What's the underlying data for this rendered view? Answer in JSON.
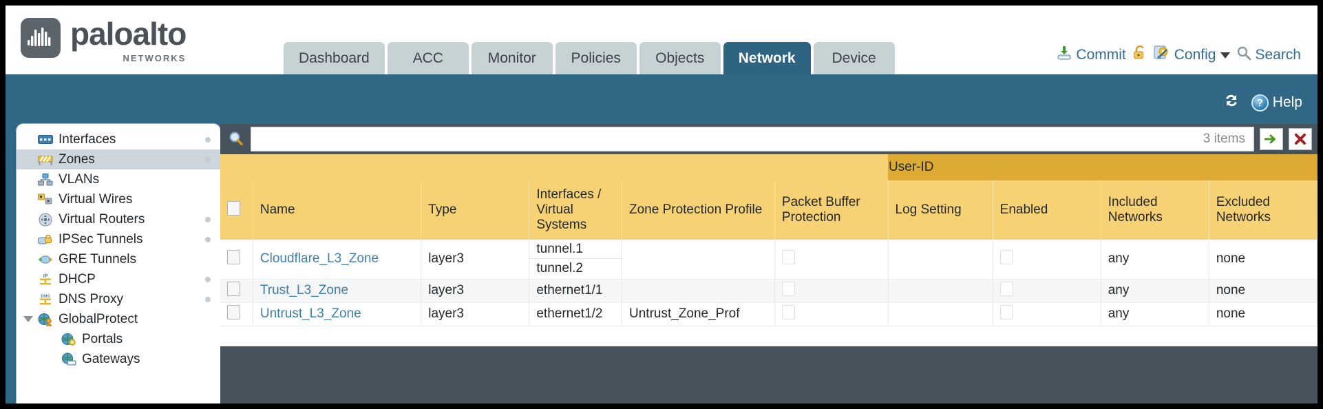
{
  "brand": {
    "name": "paloalto",
    "tagline": "NETWORKS"
  },
  "tabs": [
    {
      "label": "Dashboard",
      "active": false
    },
    {
      "label": "ACC",
      "active": false
    },
    {
      "label": "Monitor",
      "active": false
    },
    {
      "label": "Policies",
      "active": false
    },
    {
      "label": "Objects",
      "active": false
    },
    {
      "label": "Network",
      "active": true
    },
    {
      "label": "Device",
      "active": false
    }
  ],
  "top_actions": {
    "commit": "Commit",
    "config": "Config",
    "search": "Search"
  },
  "band_actions": {
    "help": "Help"
  },
  "sidebar": {
    "items": [
      {
        "label": "Interfaces",
        "icon": "interfaces-icon",
        "selected": false,
        "dot": true,
        "child": false,
        "expander": false
      },
      {
        "label": "Zones",
        "icon": "zones-icon",
        "selected": true,
        "dot": true,
        "child": false,
        "expander": false
      },
      {
        "label": "VLANs",
        "icon": "vlans-icon",
        "selected": false,
        "dot": false,
        "child": false,
        "expander": false
      },
      {
        "label": "Virtual Wires",
        "icon": "virtual-wires-icon",
        "selected": false,
        "dot": false,
        "child": false,
        "expander": false
      },
      {
        "label": "Virtual Routers",
        "icon": "virtual-routers-icon",
        "selected": false,
        "dot": true,
        "child": false,
        "expander": false
      },
      {
        "label": "IPSec Tunnels",
        "icon": "ipsec-tunnels-icon",
        "selected": false,
        "dot": true,
        "child": false,
        "expander": false
      },
      {
        "label": "GRE Tunnels",
        "icon": "gre-tunnels-icon",
        "selected": false,
        "dot": false,
        "child": false,
        "expander": false
      },
      {
        "label": "DHCP",
        "icon": "dhcp-icon",
        "selected": false,
        "dot": true,
        "child": false,
        "expander": false
      },
      {
        "label": "DNS Proxy",
        "icon": "dns-proxy-icon",
        "selected": false,
        "dot": true,
        "child": false,
        "expander": false
      },
      {
        "label": "GlobalProtect",
        "icon": "globalprotect-icon",
        "selected": false,
        "dot": false,
        "child": false,
        "expander": true
      },
      {
        "label": "Portals",
        "icon": "portals-icon",
        "selected": false,
        "dot": false,
        "child": true,
        "expander": false
      },
      {
        "label": "Gateways",
        "icon": "gateways-icon",
        "selected": false,
        "dot": false,
        "child": true,
        "expander": false
      }
    ]
  },
  "search": {
    "value": "",
    "placeholder": "",
    "items_count": "3 items",
    "apply_icon": "green-arrow-icon",
    "clear_icon": "red-x-icon"
  },
  "table": {
    "group_header": "User-ID",
    "columns": [
      "Name",
      "Type",
      "Interfaces / Virtual Systems",
      "Zone Protection Profile",
      "Packet Buffer Protection",
      "Log Setting",
      "Enabled",
      "Included Networks",
      "Excluded Networks"
    ],
    "rows": [
      {
        "checked": false,
        "name": "Cloudflare_L3_Zone",
        "type": "layer3",
        "interfaces": [
          "tunnel.1",
          "tunnel.2"
        ],
        "zone_protection_profile": "",
        "packet_buffer_protection": false,
        "log_setting": "",
        "userid_enabled": false,
        "included_networks": "any",
        "excluded_networks": "none"
      },
      {
        "checked": false,
        "name": "Trust_L3_Zone",
        "type": "layer3",
        "interfaces": [
          "ethernet1/1"
        ],
        "zone_protection_profile": "",
        "packet_buffer_protection": false,
        "log_setting": "",
        "userid_enabled": false,
        "included_networks": "any",
        "excluded_networks": "none"
      },
      {
        "checked": false,
        "name": "Untrust_L3_Zone",
        "type": "layer3",
        "interfaces": [
          "ethernet1/2"
        ],
        "zone_protection_profile": "Untrust_Zone_Prof",
        "packet_buffer_protection": false,
        "log_setting": "",
        "userid_enabled": false,
        "included_networks": "any",
        "excluded_networks": "none"
      }
    ]
  },
  "colors": {
    "brand_blue": "#2f6785",
    "tab_inactive": "#c7d2d4",
    "header_amber": "#f7d274",
    "group_amber": "#ddab34",
    "link_blue": "#3f7fa6"
  }
}
